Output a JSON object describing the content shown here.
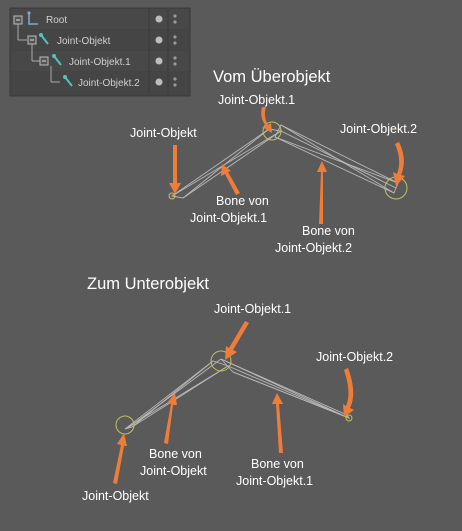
{
  "object_manager": {
    "rows": [
      {
        "label": "Root",
        "icon": "null-object-icon"
      },
      {
        "label": "Joint-Objekt",
        "icon": "joint-icon"
      },
      {
        "label": "Joint-Objekt.1",
        "icon": "joint-icon"
      },
      {
        "label": "Joint-Objekt.2",
        "icon": "joint-icon"
      }
    ]
  },
  "section_top": {
    "heading": "Vom Überobjekt",
    "labels": {
      "joint1": "Joint-Objekt.1",
      "joint0": "Joint-Objekt",
      "joint2": "Joint-Objekt.2",
      "bone1_line1": "Bone von",
      "bone1_line2": "Joint-Objekt.1",
      "bone2_line1": "Bone von",
      "bone2_line2": "Joint-Objekt.2"
    }
  },
  "section_bottom": {
    "heading": "Zum Unterobjekt",
    "labels": {
      "joint1": "Joint-Objekt.1",
      "joint2": "Joint-Objekt.2",
      "bone0_line1": "Bone von",
      "bone0_line2": "Joint-Objekt",
      "bone1_line1": "Bone von",
      "bone1_line2": "Joint-Objekt.1",
      "joint0": "Joint-Objekt"
    }
  },
  "colors": {
    "background": "#5a5a5a",
    "arrow": "#ef7d3a",
    "joint": "#c2c25a",
    "bone": "#b8b8b8",
    "text": "#ffffff"
  }
}
